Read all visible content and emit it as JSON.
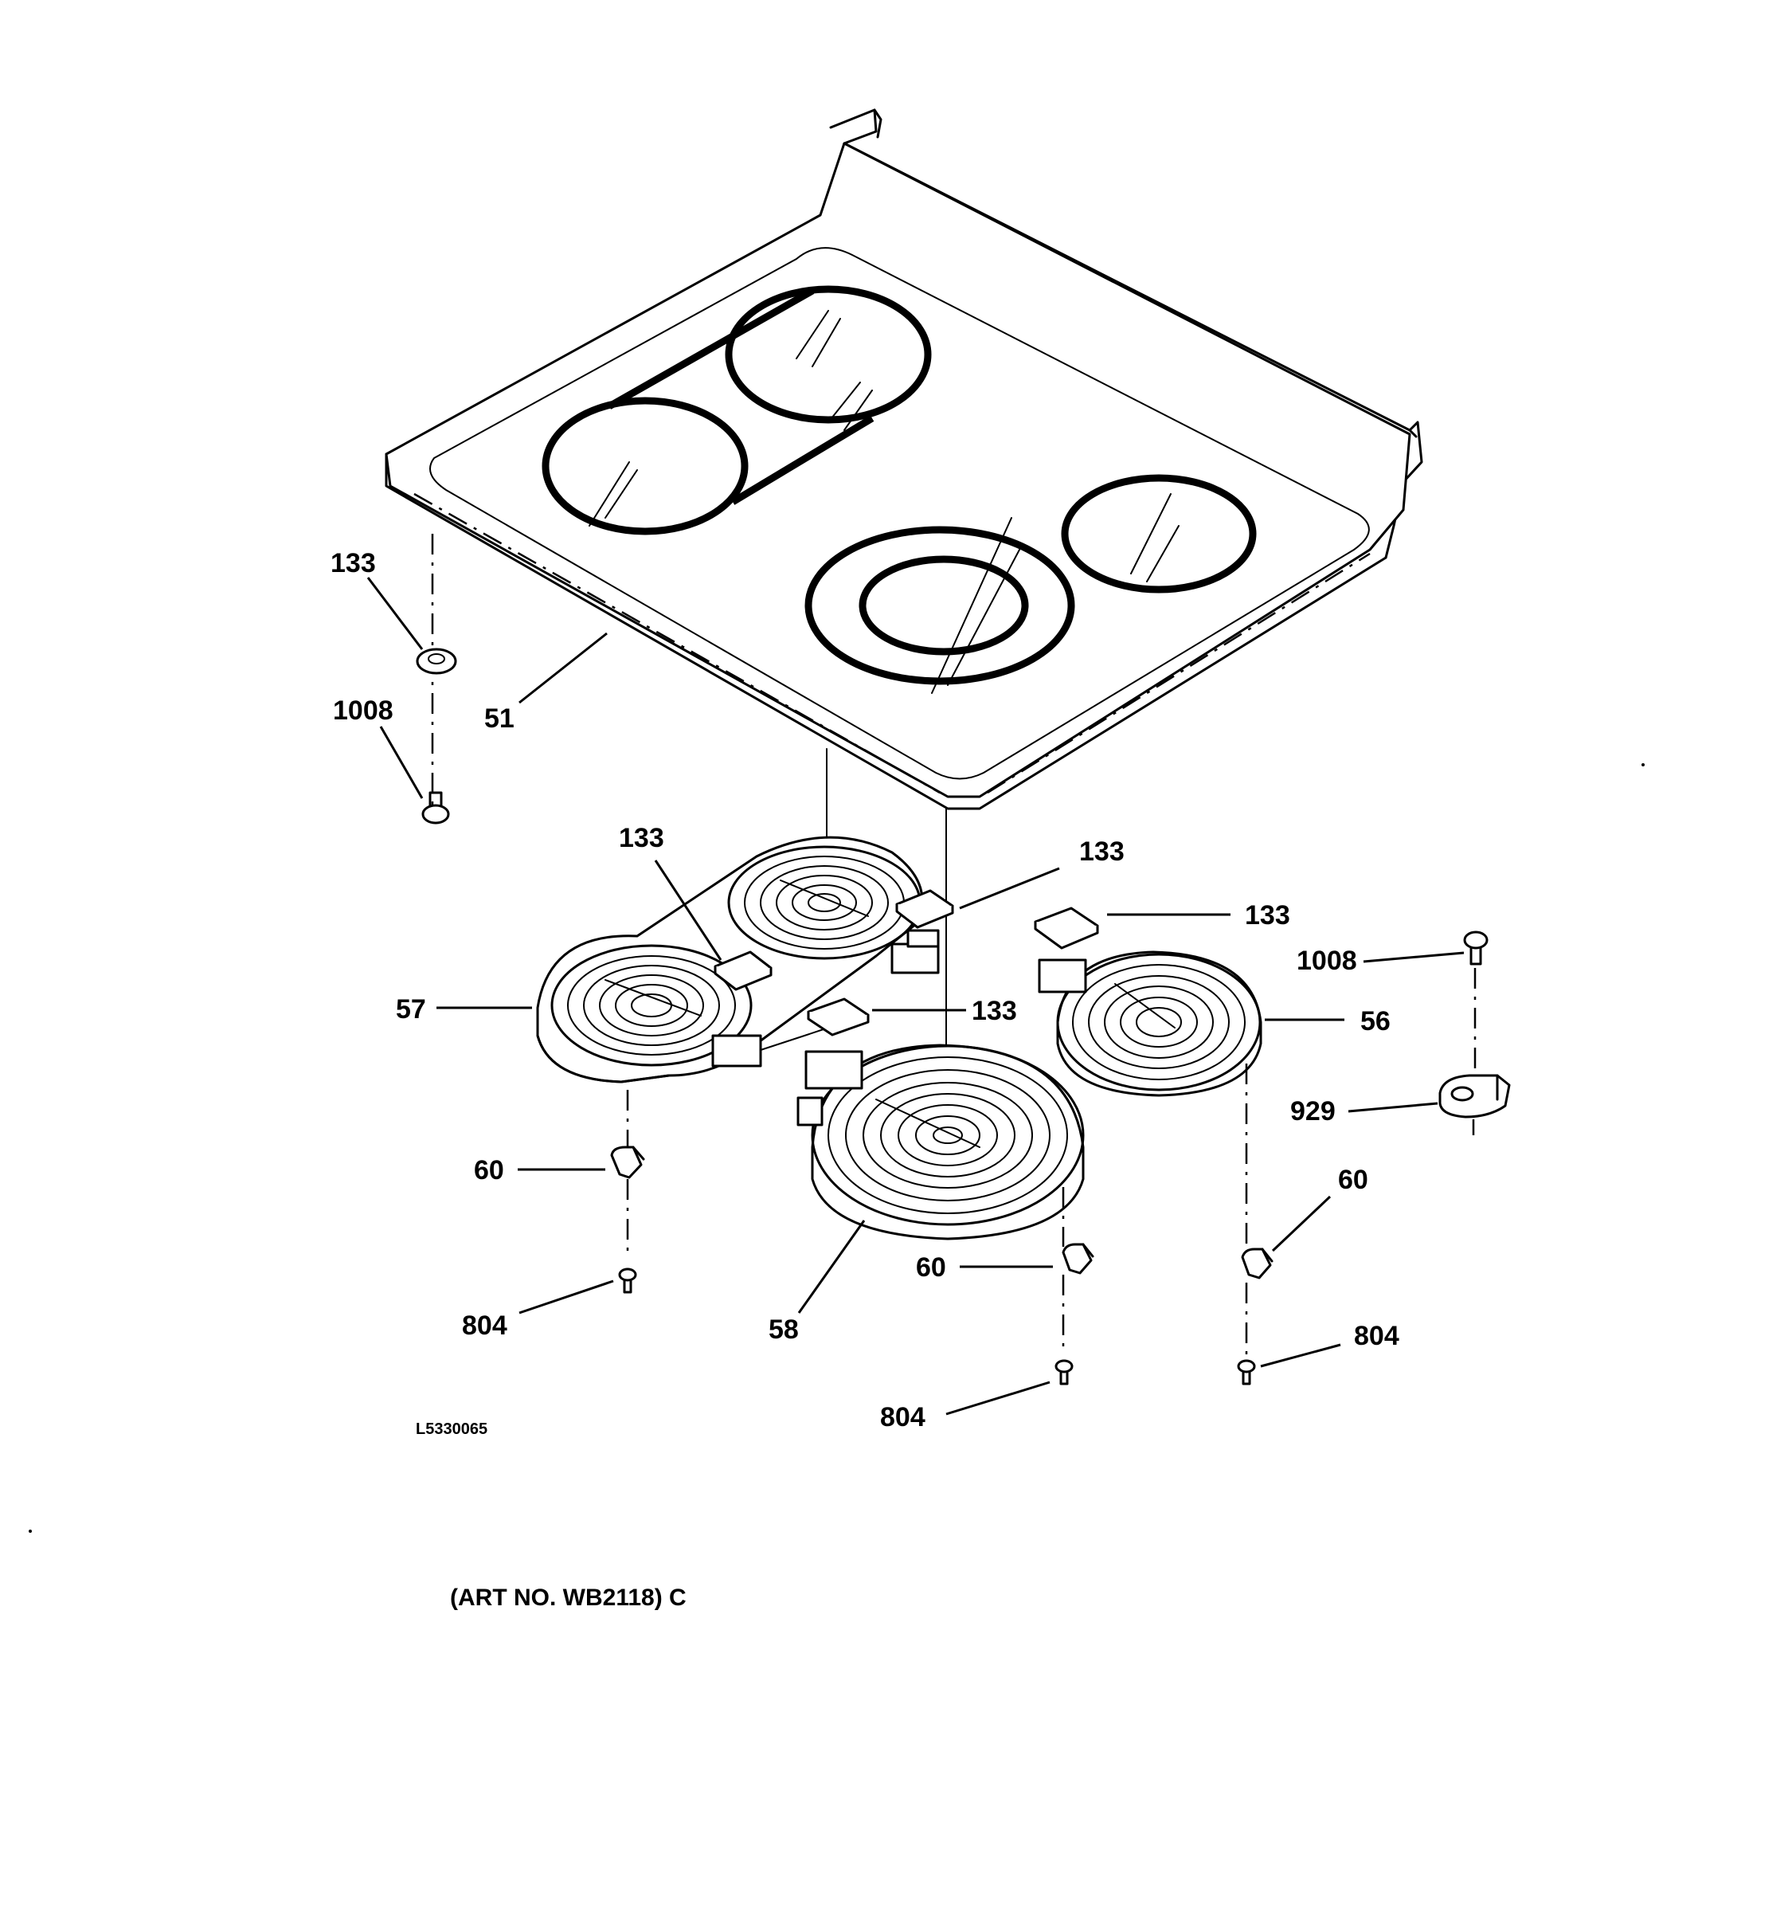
{
  "callouts": {
    "cooktop_glass": "51",
    "rear_left_element_dual": "57",
    "front_right_element_large": "58",
    "rear_right_element": "56",
    "bumper_left": "133",
    "screw_left": "1008",
    "pad_rear_left": "133",
    "pad_center": "133",
    "pad_right": "133",
    "pad_front": "133",
    "screw_right": "1008",
    "bracket_right": "929",
    "clip_left": "60",
    "clip_center": "60",
    "clip_right": "60",
    "screw_804_left": "804",
    "screw_804_center": "804",
    "screw_804_right": "804"
  },
  "drawing_code": "L5330065",
  "art_number": "(ART NO. WB2118) C",
  "icons": [
    "cooktop-glass-icon",
    "radiant-element-icon",
    "pad-icon",
    "clip-icon",
    "screw-icon",
    "bracket-icon"
  ]
}
